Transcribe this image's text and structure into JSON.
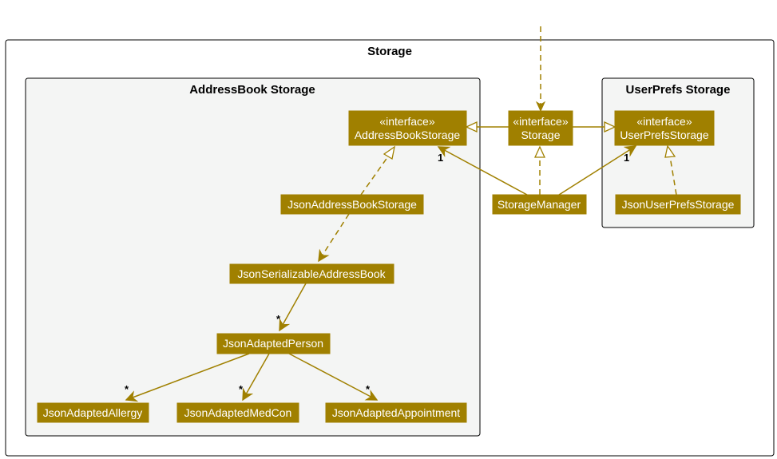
{
  "packages": {
    "storage": "Storage",
    "addressbook": "AddressBook Storage",
    "userprefs": "UserPrefs Storage"
  },
  "classes": {
    "addressbook_storage": {
      "stereotype": "«interface»",
      "name": "AddressBookStorage"
    },
    "storage": {
      "stereotype": "«interface»",
      "name": "Storage"
    },
    "userprefs_storage": {
      "stereotype": "«interface»",
      "name": "UserPrefsStorage"
    },
    "json_addressbook_storage": "JsonAddressBookStorage",
    "storage_manager": "StorageManager",
    "json_userprefs_storage": "JsonUserPrefsStorage",
    "json_serializable_addressbook": "JsonSerializableAddressBook",
    "json_adapted_person": "JsonAdaptedPerson",
    "json_adapted_allergy": "JsonAdaptedAllergy",
    "json_adapted_medcon": "JsonAdaptedMedCon",
    "json_adapted_appointment": "JsonAdaptedAppointment"
  },
  "multiplicities": {
    "manager_to_addressbook": "1",
    "manager_to_userprefs": "1",
    "serializable_to_person": "*",
    "person_to_allergy": "*",
    "person_to_medcon": "*",
    "person_to_appointment": "*"
  },
  "colors": {
    "class_fill": "#a08000",
    "class_text": "#ffffff",
    "edge": "#a08000",
    "package_fill": "#f4f5f4"
  }
}
